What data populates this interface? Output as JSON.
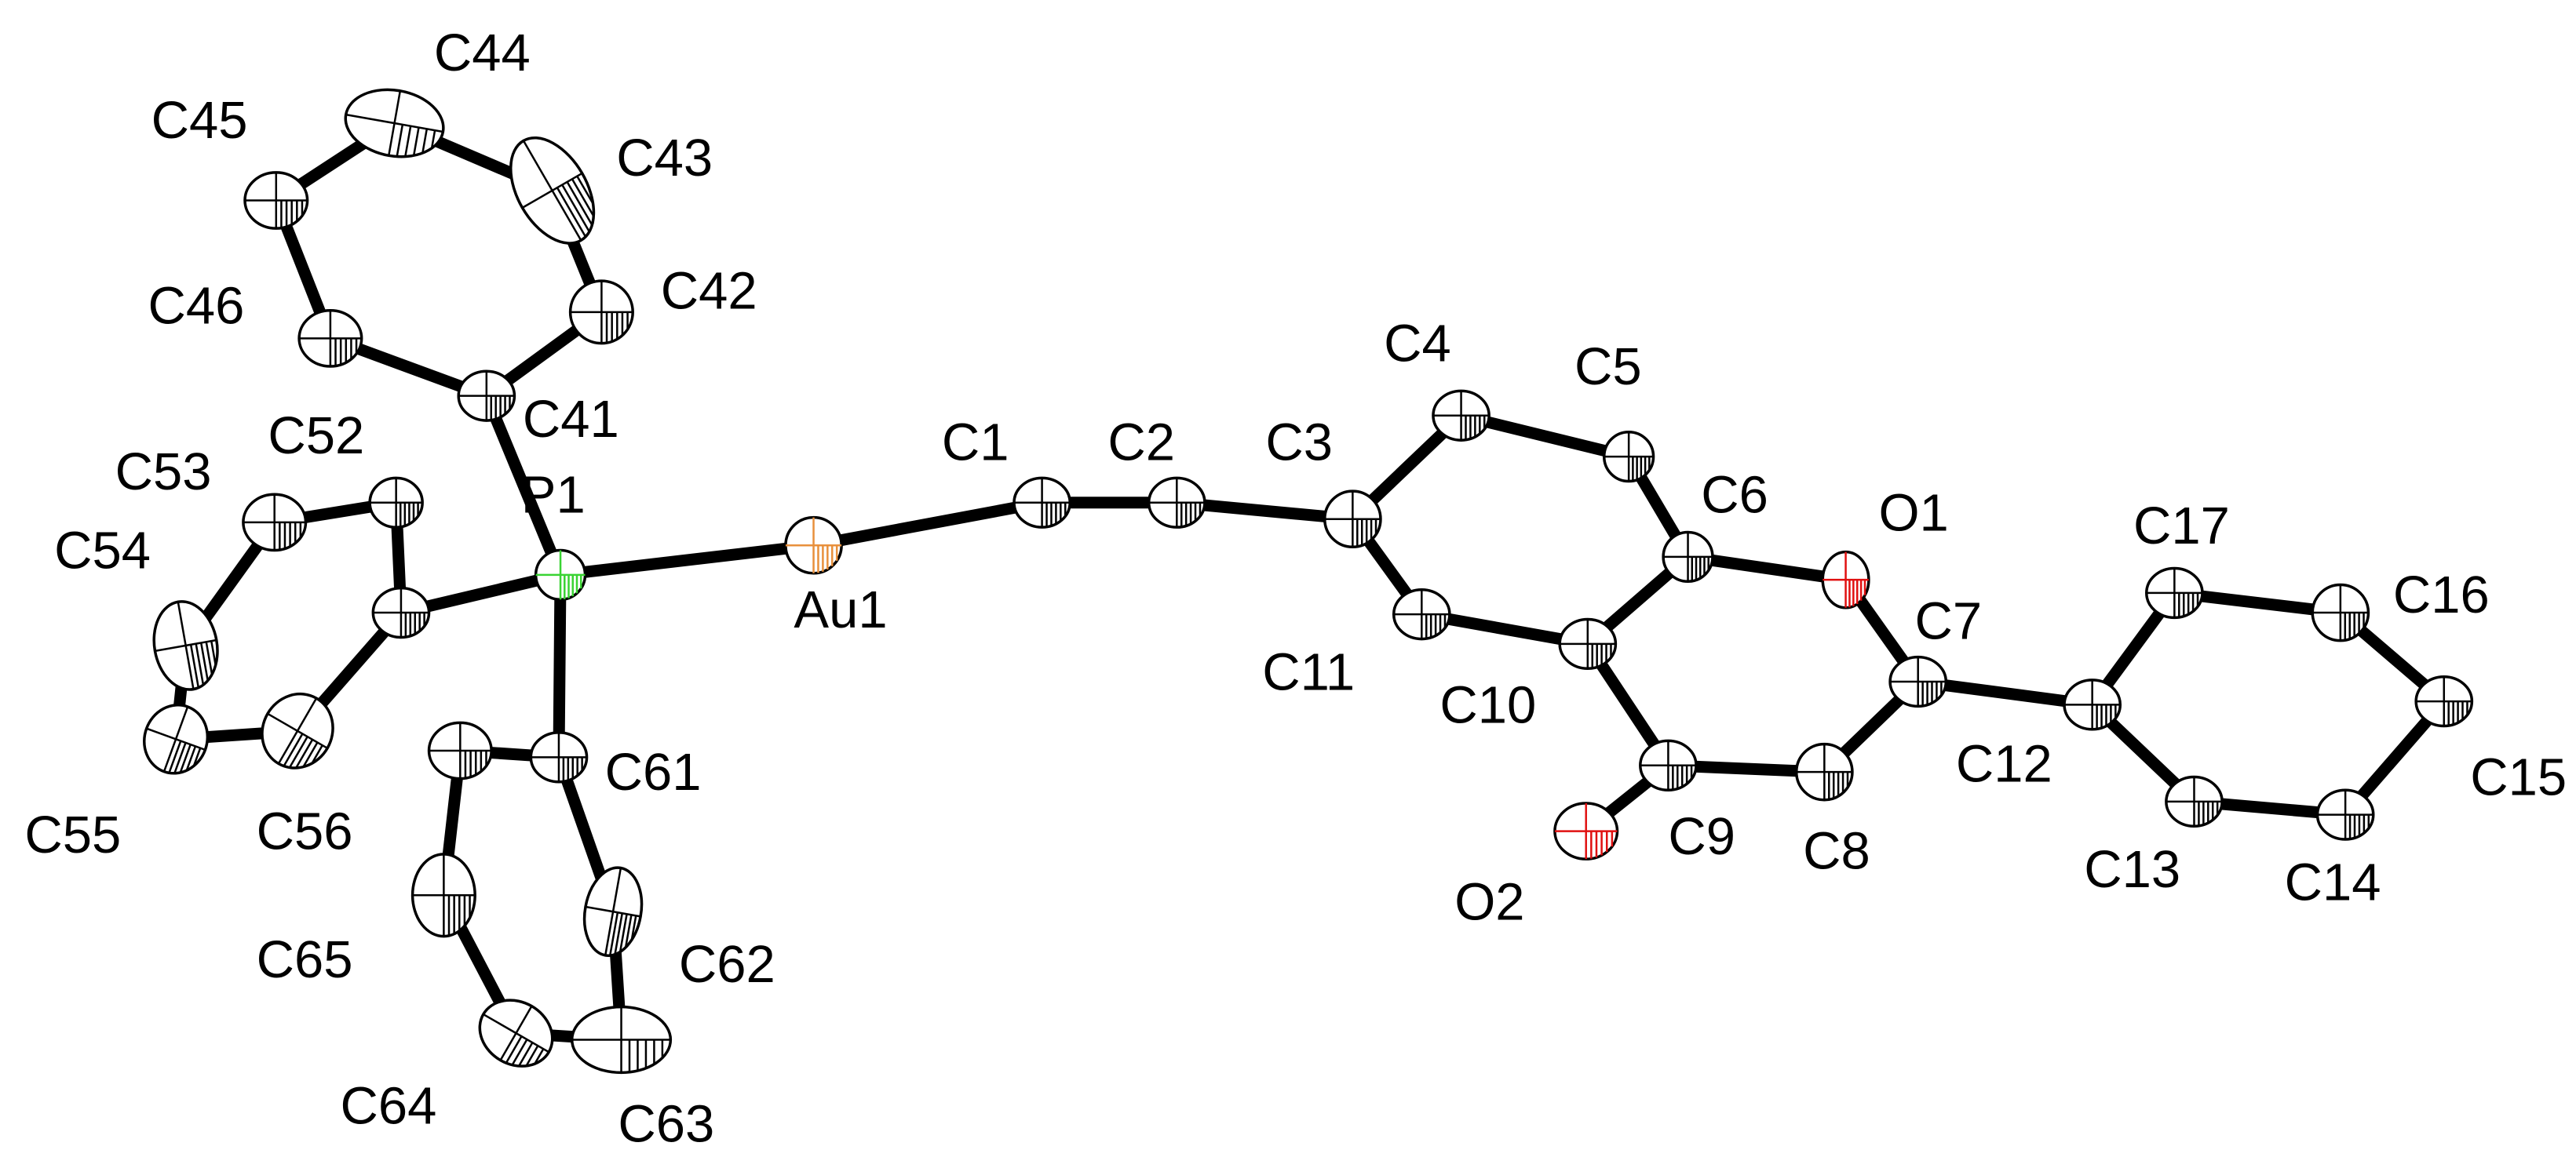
{
  "atoms": [
    {
      "id": "Au1",
      "label": "Au1",
      "color": "#e8903c"
    },
    {
      "id": "P1",
      "label": "P1",
      "color": "#39d332"
    },
    {
      "id": "O1",
      "label": "O1",
      "color": "#e01010"
    },
    {
      "id": "O2",
      "label": "O2",
      "color": "#e01010"
    },
    {
      "id": "C1",
      "label": "C1",
      "color": "#000000"
    },
    {
      "id": "C2",
      "label": "C2",
      "color": "#000000"
    },
    {
      "id": "C3",
      "label": "C3",
      "color": "#000000"
    },
    {
      "id": "C4",
      "label": "C4",
      "color": "#000000"
    },
    {
      "id": "C5",
      "label": "C5",
      "color": "#000000"
    },
    {
      "id": "C6",
      "label": "C6",
      "color": "#000000"
    },
    {
      "id": "C7",
      "label": "C7",
      "color": "#000000"
    },
    {
      "id": "C8",
      "label": "C8",
      "color": "#000000"
    },
    {
      "id": "C9",
      "label": "C9",
      "color": "#000000"
    },
    {
      "id": "C10",
      "label": "C10",
      "color": "#000000"
    },
    {
      "id": "C11",
      "label": "C11",
      "color": "#000000"
    },
    {
      "id": "C12",
      "label": "C12",
      "color": "#000000"
    },
    {
      "id": "C13",
      "label": "C13",
      "color": "#000000"
    },
    {
      "id": "C14",
      "label": "C14",
      "color": "#000000"
    },
    {
      "id": "C15",
      "label": "C15",
      "color": "#000000"
    },
    {
      "id": "C16",
      "label": "C16",
      "color": "#000000"
    },
    {
      "id": "C17",
      "label": "C17",
      "color": "#000000"
    },
    {
      "id": "C41",
      "label": "C41",
      "color": "#000000"
    },
    {
      "id": "C42",
      "label": "C42",
      "color": "#000000"
    },
    {
      "id": "C43",
      "label": "C43",
      "color": "#000000"
    },
    {
      "id": "C44",
      "label": "C44",
      "color": "#000000"
    },
    {
      "id": "C45",
      "label": "C45",
      "color": "#000000"
    },
    {
      "id": "C46",
      "label": "C46",
      "color": "#000000"
    },
    {
      "id": "C51",
      "label": "",
      "color": "#000000"
    },
    {
      "id": "C52",
      "label": "C52",
      "color": "#000000"
    },
    {
      "id": "C53",
      "label": "C53",
      "color": "#000000"
    },
    {
      "id": "C54",
      "label": "C54",
      "color": "#000000"
    },
    {
      "id": "C55",
      "label": "C55",
      "color": "#000000"
    },
    {
      "id": "C56",
      "label": "C56",
      "color": "#000000"
    },
    {
      "id": "C61",
      "label": "C61",
      "color": "#000000"
    },
    {
      "id": "C62",
      "label": "C62",
      "color": "#000000"
    },
    {
      "id": "C63",
      "label": "C63",
      "color": "#000000"
    },
    {
      "id": "C64",
      "label": "C64",
      "color": "#000000"
    },
    {
      "id": "C65",
      "label": "C65",
      "color": "#000000"
    },
    {
      "id": "C66",
      "label": "",
      "color": "#000000"
    }
  ],
  "bonds": [
    [
      "Au1",
      "P1"
    ],
    [
      "Au1",
      "C1"
    ],
    [
      "C1",
      "C2"
    ],
    [
      "C2",
      "C3"
    ],
    [
      "C3",
      "C4"
    ],
    [
      "C4",
      "C5"
    ],
    [
      "C5",
      "C6"
    ],
    [
      "C6",
      "C10"
    ],
    [
      "C10",
      "C11"
    ],
    [
      "C11",
      "C3"
    ],
    [
      "C6",
      "O1"
    ],
    [
      "O1",
      "C7"
    ],
    [
      "C7",
      "C8"
    ],
    [
      "C8",
      "C9"
    ],
    [
      "C9",
      "C10"
    ],
    [
      "C9",
      "O2"
    ],
    [
      "C7",
      "C12"
    ],
    [
      "C12",
      "C13"
    ],
    [
      "C13",
      "C14"
    ],
    [
      "C14",
      "C15"
    ],
    [
      "C15",
      "C16"
    ],
    [
      "C16",
      "C17"
    ],
    [
      "C17",
      "C12"
    ],
    [
      "P1",
      "C41"
    ],
    [
      "C41",
      "C42"
    ],
    [
      "C42",
      "C43"
    ],
    [
      "C43",
      "C44"
    ],
    [
      "C44",
      "C45"
    ],
    [
      "C45",
      "C46"
    ],
    [
      "C46",
      "C41"
    ],
    [
      "P1",
      "C51"
    ],
    [
      "C51",
      "C52"
    ],
    [
      "C52",
      "C53"
    ],
    [
      "C53",
      "C54"
    ],
    [
      "C54",
      "C55"
    ],
    [
      "C55",
      "C56"
    ],
    [
      "C56",
      "C51"
    ],
    [
      "P1",
      "C61"
    ],
    [
      "C61",
      "C62"
    ],
    [
      "C62",
      "C63"
    ],
    [
      "C63",
      "C64"
    ],
    [
      "C64",
      "C65"
    ],
    [
      "C65",
      "C66"
    ],
    [
      "C66",
      "C61"
    ]
  ]
}
